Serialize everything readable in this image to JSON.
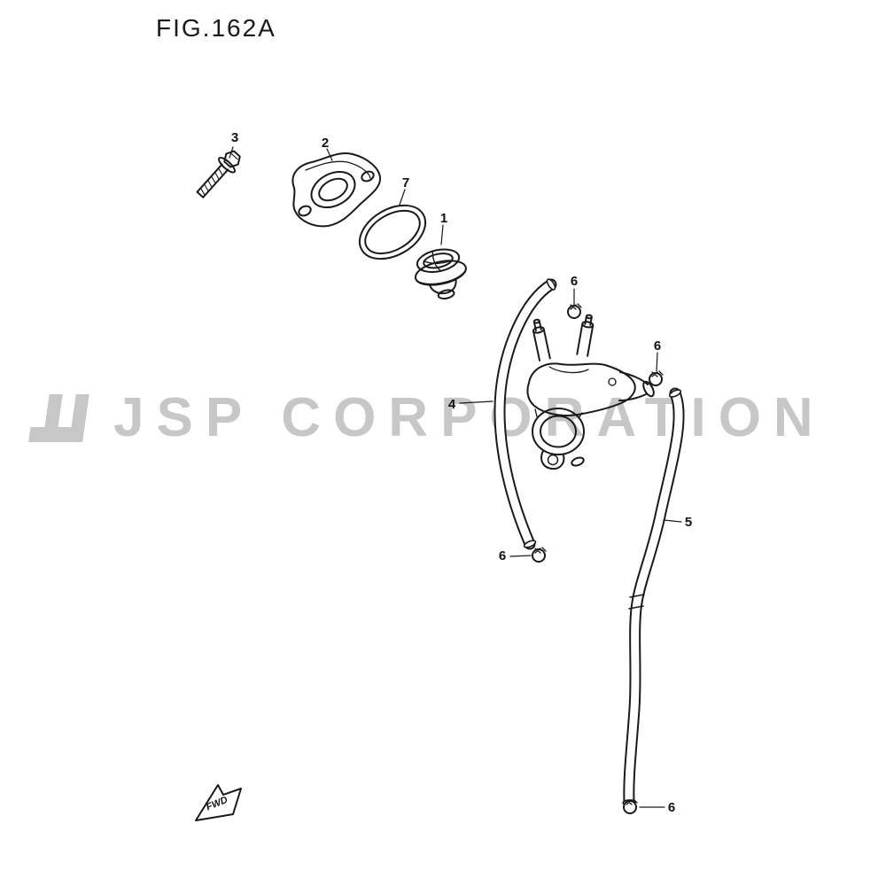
{
  "page": {
    "title": "FIG.162A"
  },
  "watermark": {
    "text": "JSP CORPORATION"
  },
  "fwd": {
    "label": "FWD"
  },
  "callouts": [
    {
      "part": "3"
    },
    {
      "part": "2"
    },
    {
      "part": "7"
    },
    {
      "part": "1"
    },
    {
      "part": "6"
    },
    {
      "part": "6"
    },
    {
      "part": "4"
    },
    {
      "part": "5"
    },
    {
      "part": "6"
    },
    {
      "part": "6"
    }
  ]
}
